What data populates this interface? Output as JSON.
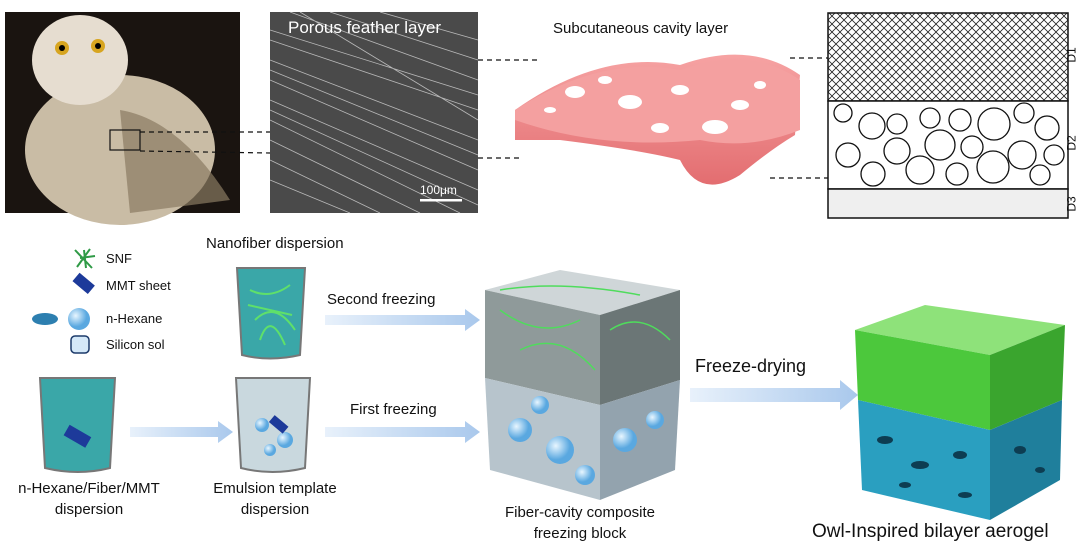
{
  "top": {
    "sem_title": "Porous feather layer",
    "scale_bar": "100μm",
    "cavity_title": "Subcutaneous cavity layer",
    "layer_labels": [
      "D1",
      "D2",
      "D3"
    ]
  },
  "legend": [
    {
      "icon": "snf-fiber-icon",
      "label": "SNF"
    },
    {
      "icon": "mmt-sheet-icon",
      "label": "MMT sheet"
    },
    {
      "icon": "n-hexane-icon",
      "label": "n-Hexane"
    },
    {
      "icon": "silicon-sol-icon",
      "label": "Silicon sol"
    }
  ],
  "process": {
    "nanofiber_label": "Nanofiber dispersion",
    "second_freezing": "Second freezing",
    "first_freezing": "First freezing",
    "mixture_label_1": "n-Hexane/Fiber/MMT",
    "mixture_label_2": "dispersion",
    "emulsion_label_1": "Emulsion template",
    "emulsion_label_2": "dispersion",
    "block_label_1": "Fiber-cavity composite",
    "block_label_2": "freezing block",
    "freeze_drying": "Freeze-drying",
    "aerogel_label": "Owl-Inspired bilayer aerogel"
  },
  "colors": {
    "fiber": "#3cc24a",
    "cavity": "#f08a8a",
    "water": "#3aa7a8",
    "arrow": "#b9d4f0",
    "aerogel_top": "#5fd24f",
    "aerogel_bottom": "#2a9fc0"
  }
}
